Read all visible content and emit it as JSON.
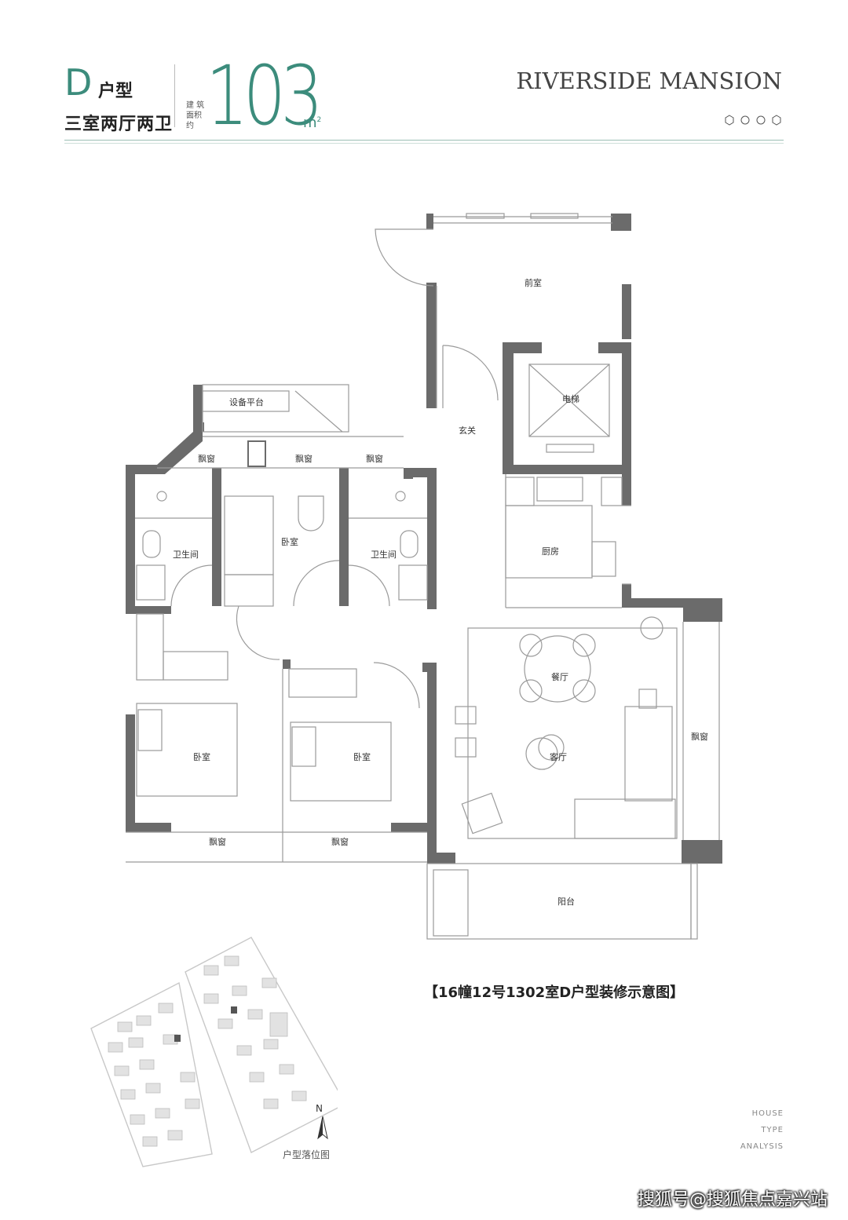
{
  "header": {
    "type_letter": "D",
    "type_label": "户型",
    "layout": "三室两厅两卫",
    "area_label": "建 筑 面积约",
    "area_value": "103",
    "area_unit": "m",
    "area_unit_sup": "2",
    "brand": "RIVERSIDE MANSION"
  },
  "rooms": {
    "front_room": "前室",
    "elevator": "电梯",
    "equipment_platform": "设备平台",
    "bay_window_1": "飘窗",
    "bay_window_2": "飘窗",
    "bay_window_3": "飘窗",
    "entrance": "玄关",
    "bathroom_left": "卫生间",
    "bedroom_center": "卧室",
    "bathroom_right": "卫生间",
    "kitchen": "厨房",
    "dining": "餐厅",
    "living": "客厅",
    "bay_window_right": "飘窗",
    "bedroom_left": "卧室",
    "bedroom_middle": "卧室",
    "bay_window_bottom_left": "飘窗",
    "bay_window_bottom_mid": "飘窗",
    "balcony": "阳台"
  },
  "caption": "【16幢12号1302室D户型装修示意图】",
  "locator": {
    "north": "N",
    "label": "户型落位图"
  },
  "analysis": [
    "HOUSE",
    "TYPE",
    "ANALYSIS"
  ],
  "watermark": "搜狐号@搜狐焦点嘉兴站",
  "colors": {
    "accent": "#3c8c7c",
    "wall": "#6b6b6b",
    "line": "#9a9a9a"
  }
}
